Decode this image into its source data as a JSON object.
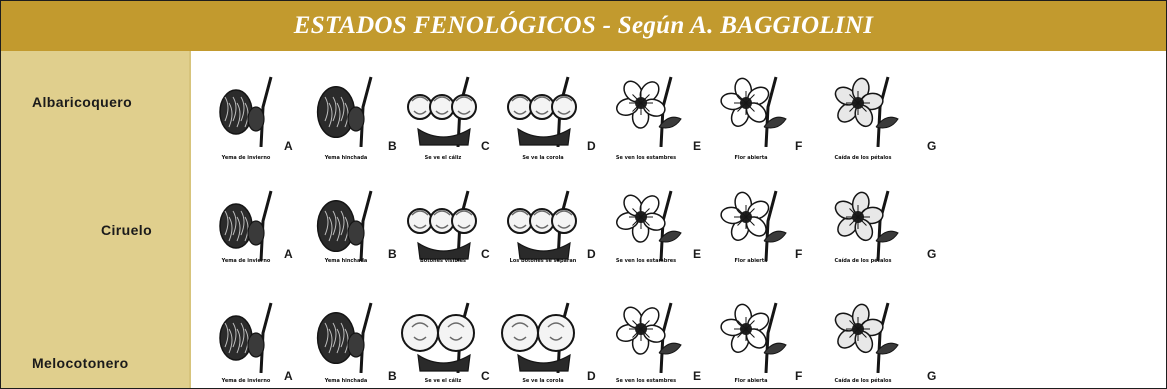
{
  "header": {
    "title": "ESTADOS FENOLÓGICOS - Según A. BAGGIOLINI",
    "background_color": "#c29a2e",
    "text_color": "#ffffff"
  },
  "sidebar": {
    "background_color": "#e0cf8d"
  },
  "rows": [
    {
      "label": "Albaricoquero",
      "stages": [
        {
          "letter": "A",
          "caption": "Yema de invierno",
          "icon": "bud-drawing-icon"
        },
        {
          "letter": "B",
          "caption": "Yema hinchada",
          "icon": "bud-drawing-icon"
        },
        {
          "letter": "C",
          "caption": "Se ve el cáliz",
          "icon": "bud-drawing-icon"
        },
        {
          "letter": "D",
          "caption": "Se ve la corola",
          "icon": "bud-drawing-icon"
        },
        {
          "letter": "E",
          "caption": "Se ven los estambres",
          "icon": "flower-drawing-icon"
        },
        {
          "letter": "F",
          "caption": "Flor abierta",
          "icon": "flower-drawing-icon"
        },
        {
          "letter": "G",
          "caption": "Caída de los pétalos",
          "icon": "flower-drawing-icon"
        }
      ]
    },
    {
      "label": "Ciruelo",
      "stages": [
        {
          "letter": "A",
          "caption": "Yema de invierno",
          "icon": "bud-drawing-icon"
        },
        {
          "letter": "B",
          "caption": "Yema hinchada",
          "icon": "bud-drawing-icon"
        },
        {
          "letter": "C",
          "caption": "Botones visibles",
          "icon": "bud-drawing-icon"
        },
        {
          "letter": "D",
          "caption": "Los botones se separan",
          "icon": "bud-drawing-icon"
        },
        {
          "letter": "E",
          "caption": "Se ven los estambres",
          "icon": "flower-drawing-icon"
        },
        {
          "letter": "F",
          "caption": "Flor abierta",
          "icon": "flower-drawing-icon"
        },
        {
          "letter": "G",
          "caption": "Caída de los pétalos",
          "icon": "flower-drawing-icon"
        }
      ]
    },
    {
      "label": "Melocotonero",
      "stages": [
        {
          "letter": "A",
          "caption": "Yema de invierno",
          "icon": "bud-drawing-icon"
        },
        {
          "letter": "B",
          "caption": "Yema hinchada",
          "icon": "bud-drawing-icon"
        },
        {
          "letter": "C",
          "caption": "Se ve el cáliz",
          "icon": "bud-drawing-icon"
        },
        {
          "letter": "D",
          "caption": "Se ve la corola",
          "icon": "bud-drawing-icon"
        },
        {
          "letter": "E",
          "caption": "Se ven los estambres",
          "icon": "flower-drawing-icon"
        },
        {
          "letter": "F",
          "caption": "Flor abierta",
          "icon": "flower-drawing-icon"
        },
        {
          "letter": "G",
          "caption": "Caída de los pétalos",
          "icon": "flower-drawing-icon"
        }
      ]
    }
  ]
}
